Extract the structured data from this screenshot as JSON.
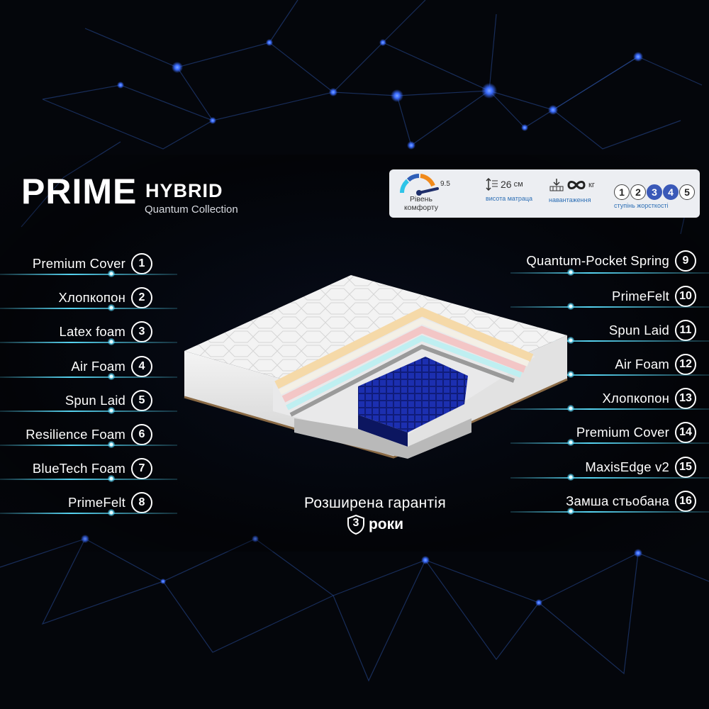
{
  "title": {
    "main": "PRIME",
    "sub": "HYBRID",
    "collection": "Quantum Collection"
  },
  "specs": {
    "comfort_value": "9.5",
    "comfort_label_1": "Рівень",
    "comfort_label_2": "комфорту",
    "comfort_level": 0.95,
    "height_value": "26",
    "height_unit": "см",
    "height_caption": "висота матраца",
    "load_unit": "кг",
    "load_caption": "навантаження",
    "firmness_caption": "ступінь жорсткості",
    "firmness_levels": [
      "1",
      "2",
      "3",
      "4",
      "5"
    ],
    "firmness_active": [
      3,
      4
    ]
  },
  "layers_left": [
    {
      "label": "Premium Cover",
      "num": "1"
    },
    {
      "label": "Хлопкопон",
      "num": "2"
    },
    {
      "label": "Latex foam",
      "num": "3"
    },
    {
      "label": "Air Foam",
      "num": "4"
    },
    {
      "label": "Spun Laid",
      "num": "5"
    },
    {
      "label": "Resilience Foam",
      "num": "6"
    },
    {
      "label": "BlueTech Foam",
      "num": "7"
    },
    {
      "label": "PrimeFelt",
      "num": "8"
    }
  ],
  "layers_right": [
    {
      "label": "Quantum-Pocket Spring",
      "num": "9"
    },
    {
      "label": "PrimeFelt",
      "num": "10"
    },
    {
      "label": "Spun Laid",
      "num": "11"
    },
    {
      "label": "Air Foam",
      "num": "12"
    },
    {
      "label": "Хлопкопон",
      "num": "13"
    },
    {
      "label": "Premium Cover",
      "num": "14"
    },
    {
      "label": "MaxisEdge v2",
      "num": "15"
    },
    {
      "label": "Замша стьобана",
      "num": "16"
    }
  ],
  "guarantee": {
    "text": "Розширена гарантія",
    "years_num": "3",
    "years_word": "роки"
  },
  "colors": {
    "accent_blue": "#3a59b8",
    "line_cyan": "#56d3f0",
    "gauge_orange": "#f08a1c"
  }
}
